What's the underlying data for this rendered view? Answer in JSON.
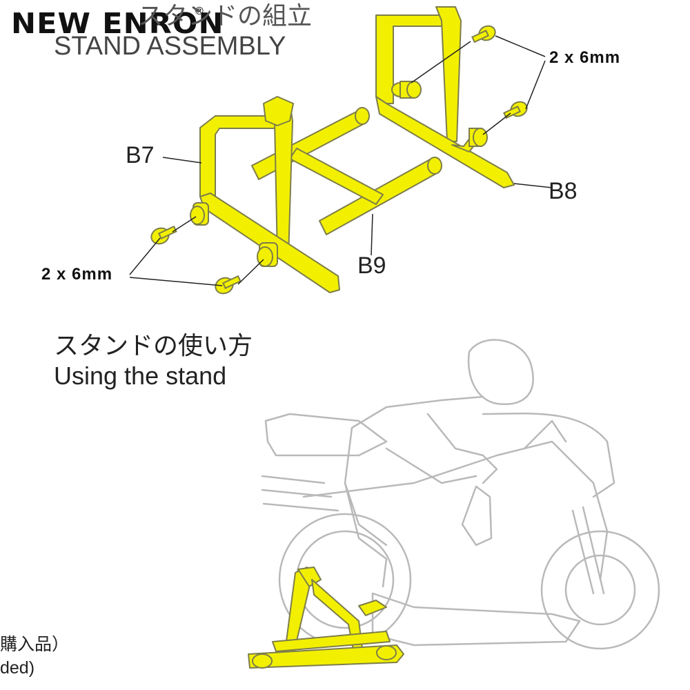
{
  "brand": {
    "name": "NEW ENRON",
    "registered": "®"
  },
  "assembly": {
    "title_jp": "スタンドの組立",
    "title_en": "STAND ASSEMBLY",
    "parts": {
      "b7": "B7",
      "b8": "B8",
      "b9": "B9"
    },
    "screw_top": "2 x 6mm",
    "screw_bottom": "2 x 6mm"
  },
  "usage": {
    "title_jp": "スタンドの使い方",
    "title_en": "Using the stand"
  },
  "note": {
    "line1_fragment": "購入品）",
    "line2_fragment": "ded)"
  },
  "colors": {
    "part_fill": "#f2f000",
    "part_stroke": "#8a8a55",
    "bike_outline": "#b9b9b9"
  }
}
